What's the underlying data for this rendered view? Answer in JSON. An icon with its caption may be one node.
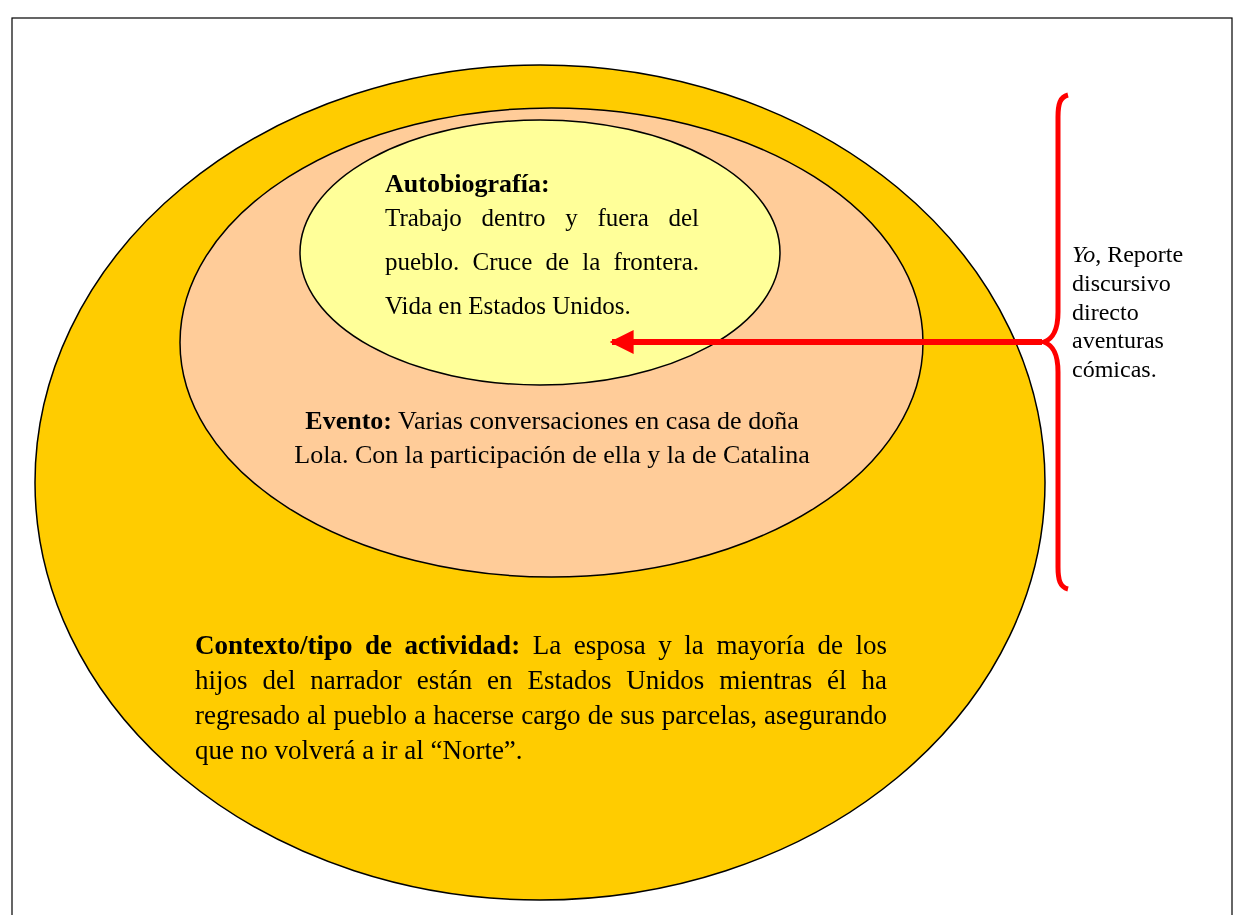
{
  "diagram": {
    "nodes": [
      {
        "text": [
          "**Contexto/tipo de actividad:** La esposa y la mayoría de los hijos del narrador están en Estados Unidos mientras él ha regresado al pueblo a hacerse cargo de sus parcelas, asegurando que no volverá a ir al “Norte”."
        ]
      },
      {
        "text": [
          "**Evento:** Varias conversaciones en casa de doña Lola. Con la participación de ella y la de Catalina"
        ],
        "in": 0
      },
      {
        "text": [
          "Autobiografía:",
          "Trabajo dentro y fuera del pueblo. Cruce de la frontera. Vida en Estados Unidos."
        ],
        "in": 1
      },
      {
        "text": [
          "*Yo*, Reporte discursivo directo aventuras cómicas."
        ]
      }
    ],
    "edges": [
      {
        "from": 3,
        "to": 2,
        "arrow": "to",
        "color": "#ff0000"
      }
    ]
  }
}
